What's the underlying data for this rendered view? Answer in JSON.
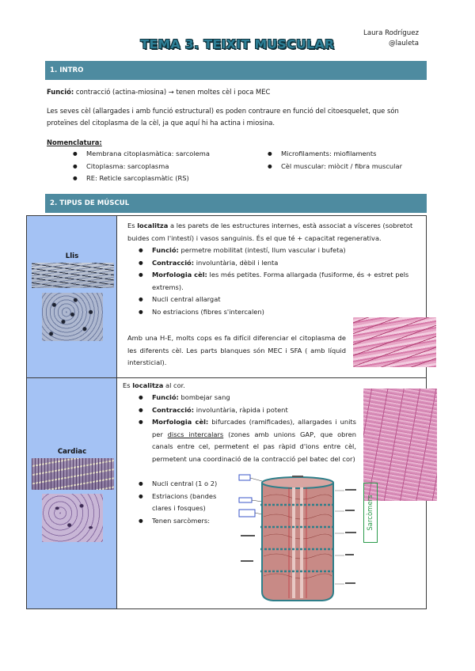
{
  "author": {
    "name": "Laura Rodríguez",
    "handle": "@lauleta"
  },
  "title": "TEMA 3. TEIXIT MUSCULAR",
  "sections": {
    "intro": {
      "header": "1. INTRO",
      "funcio_label": "Funció:",
      "funcio_text": " contracció (actina-miosina) → tenen moltes cèl i poca MEC",
      "paragraph": "Les seves cèl (allargades i amb funció estructural) es poden contraure en funció del citoesquelet, que són proteïnes del citoplasma de la cèl, ja que aquí hi ha actina i miosina.",
      "nomenclatura_label": "Nomenclatura:",
      "nomenclatura_left": [
        "Membrana citoplasmàtica: sarcolema",
        "Citoplasma: sarcoplasma",
        "RE: Reticle sarcoplasmàtic (RS)"
      ],
      "nomenclatura_right": [
        "Microfilaments: miofilaments",
        "Cèl muscular: miòcit / fibra muscular"
      ]
    },
    "tipus": {
      "header": "2. TIPUS DE MÚSCUL",
      "llis": {
        "label": "Llis",
        "intro_a": "Es ",
        "intro_b": "localitza",
        "intro_c": " a les parets de les estructures internes, està associat a vísceres (sobretot buides com l'intestí) i vasos sanguinis. És el que té + capacitat regenerativa.",
        "bullets": [
          {
            "bold": "Funció:",
            "text": " permetre mobilitat (intestí, llum vascular i bufeta)"
          },
          {
            "bold": "Contracció:",
            "text": " involuntària, dèbil i lenta"
          },
          {
            "bold": "Morfologia cèl:",
            "text": " les més petites. Forma allargada (fusiforme, és + estret pels extrems)."
          },
          {
            "bold": "",
            "text": "Nucli central allargat"
          },
          {
            "bold": "",
            "text": "No estriacions (fibres s'intercalen)"
          }
        ],
        "note": "Amb una H-E, molts cops es fa difícil diferenciar el citoplasma de les diferents cèl. Les parts blanques són MEC i SFA ( amb líquid intersticial)."
      },
      "cardiac": {
        "label": "Cardiac",
        "intro_a": "Es ",
        "intro_b": "localitza",
        "intro_c": " al cor.",
        "bullets": [
          {
            "bold": "Funció:",
            "text": " bombejar sang"
          },
          {
            "bold": "Contracció:",
            "text": " involuntària, ràpida i potent"
          }
        ],
        "morf_bold": "Morfologia cèl:",
        "morf_text1": " bifurcades (ramificades), allargades i units per ",
        "morf_underline": "discs intercalars",
        "morf_text2": " (zones amb unions GAP, que obren canals entre cel, permetent el pas ràpid d'ions entre cèl, permetent una coordinació de la contracció pel batec del cor)",
        "extra_bullets": [
          "Nucli central (1 o 2)",
          "Estriacions (bandes clares i fosques)",
          "Tenen sarcòmers:"
        ],
        "diagram_label": "Sarcòmers"
      }
    }
  },
  "colors": {
    "section_band": "#4e8ba0",
    "left_cell": "#a4c2f4",
    "title": "#2d7f96"
  }
}
